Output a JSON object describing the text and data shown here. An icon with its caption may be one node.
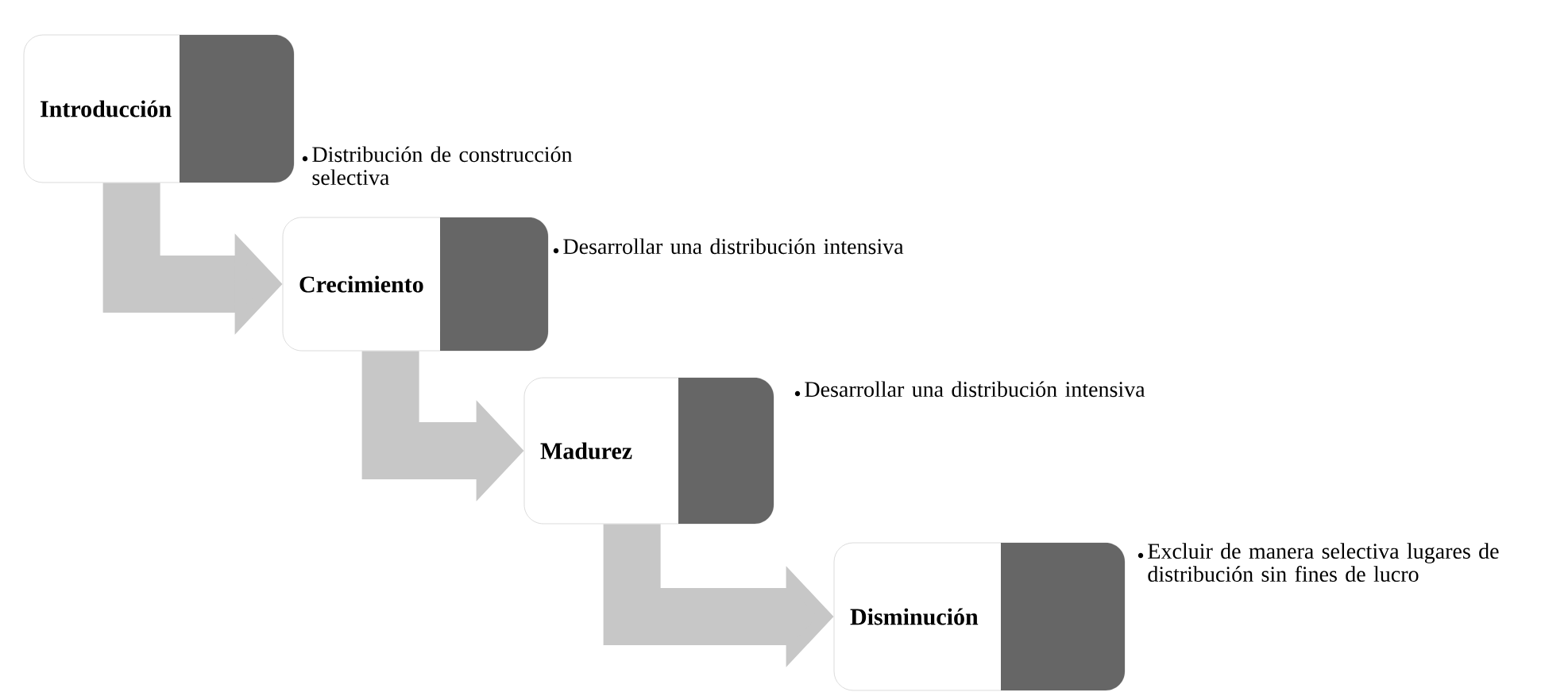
{
  "diagram": {
    "nodes": [
      {
        "text": [
          "Introducción"
        ],
        "beside": [
          "Distribución de construcción selectiva"
        ]
      },
      {
        "text": [
          "Crecimiento"
        ],
        "beside": [
          "Desarrollar una distribución intensiva"
        ]
      },
      {
        "text": [
          "Madurez"
        ],
        "beside": [
          "Desarrollar una distribución intensiva"
        ]
      },
      {
        "text": [
          "Disminución"
        ],
        "beside": [
          "Excluir de manera selectiva lugares de distribución sin fines de lucro"
        ]
      }
    ],
    "edges": [
      {
        "from": 0,
        "to": 1,
        "arrow": "to"
      },
      {
        "from": 1,
        "to": 2,
        "arrow": "to"
      },
      {
        "from": 2,
        "to": 3,
        "arrow": "to"
      }
    ]
  }
}
